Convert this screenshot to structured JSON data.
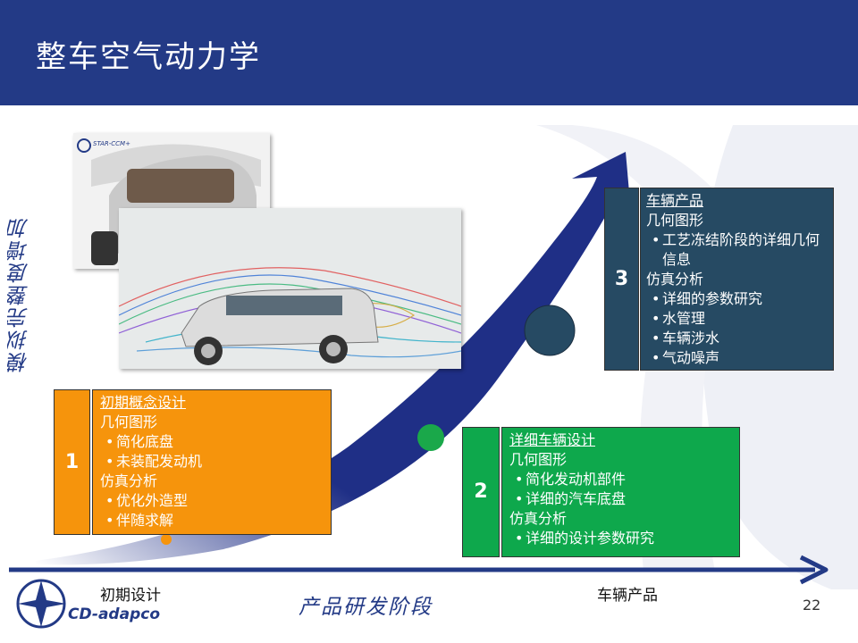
{
  "slide": {
    "title": "整车空气动力学",
    "y_axis_label": "模拟完整度增加",
    "x_axis_label": "产品研发阶段",
    "x_start_label": "初期设计",
    "x_end_label": "车辆产品",
    "page_number": "22",
    "logo_text": "CD-adapco",
    "photo_logo_text": "STAR-CCM+"
  },
  "stages": [
    {
      "number": "1",
      "heading": "初期概念设计",
      "groups": [
        {
          "title": "几何图形",
          "items": [
            "简化底盘",
            "未装配发动机"
          ]
        },
        {
          "title": "仿真分析",
          "items": [
            "优化外造型",
            "伴随求解"
          ]
        }
      ]
    },
    {
      "number": "2",
      "heading": "详细车辆设计",
      "groups": [
        {
          "title": "几何图形",
          "items": [
            "简化发动机部件",
            "详细的汽车底盘"
          ]
        },
        {
          "title": "仿真分析",
          "items": [
            "详细的设计参数研究"
          ]
        }
      ]
    },
    {
      "number": "3",
      "heading": "车辆产品",
      "groups": [
        {
          "title": "几何图形",
          "items": [
            "工艺冻结阶段的详细几何信息"
          ]
        },
        {
          "title": "仿真分析",
          "items": [
            "详细的参数研究",
            "水管理",
            "车辆涉水",
            "气动噪声"
          ]
        }
      ]
    }
  ],
  "colors": {
    "header": "#233a86",
    "stage1": "#f6940c",
    "stage2": "#0ea84c",
    "stage3": "#264a63",
    "arrow": "#1f2f86"
  }
}
